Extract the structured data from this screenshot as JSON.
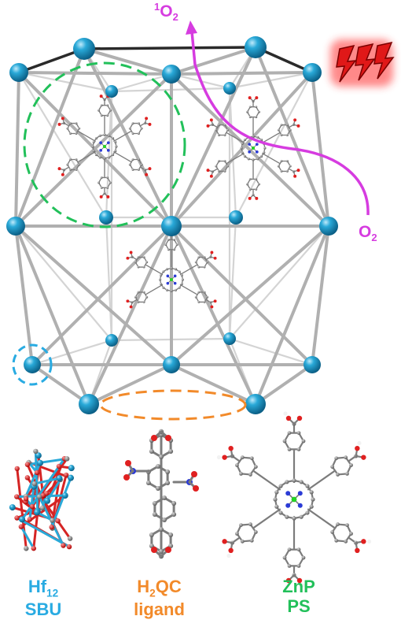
{
  "colors": {
    "node": "#29a9d8",
    "strut": "#c4c4c4",
    "strut_dark": "#2a2a2a",
    "oxygen_path": "#d63ce0",
    "sbu_label": "#29abe2",
    "ligand_label": "#f28a2a",
    "ps_label": "#22c05a",
    "lightning": "#d41818",
    "carbon": "#8a8a8a",
    "oxygen_atom": "#e02020",
    "nitrogen_atom": "#2b3bd6",
    "zinc_atom": "#25d325"
  },
  "icons": {
    "light": "lightning-bolt-icon"
  },
  "species": {
    "singlet_oxygen": {
      "sup": "1",
      "main": "O",
      "sub": "2"
    },
    "triplet_oxygen": {
      "main": "O",
      "sub": "2"
    }
  },
  "components": {
    "sbu": {
      "line1_main": "Hf",
      "line1_sub": "12",
      "line2": "SBU"
    },
    "ligand": {
      "line1_pre": "H",
      "line1_sub": "2",
      "line1_post": "QC",
      "line2": "ligand"
    },
    "ps": {
      "line1": "ZnP",
      "line2": "PS"
    }
  }
}
